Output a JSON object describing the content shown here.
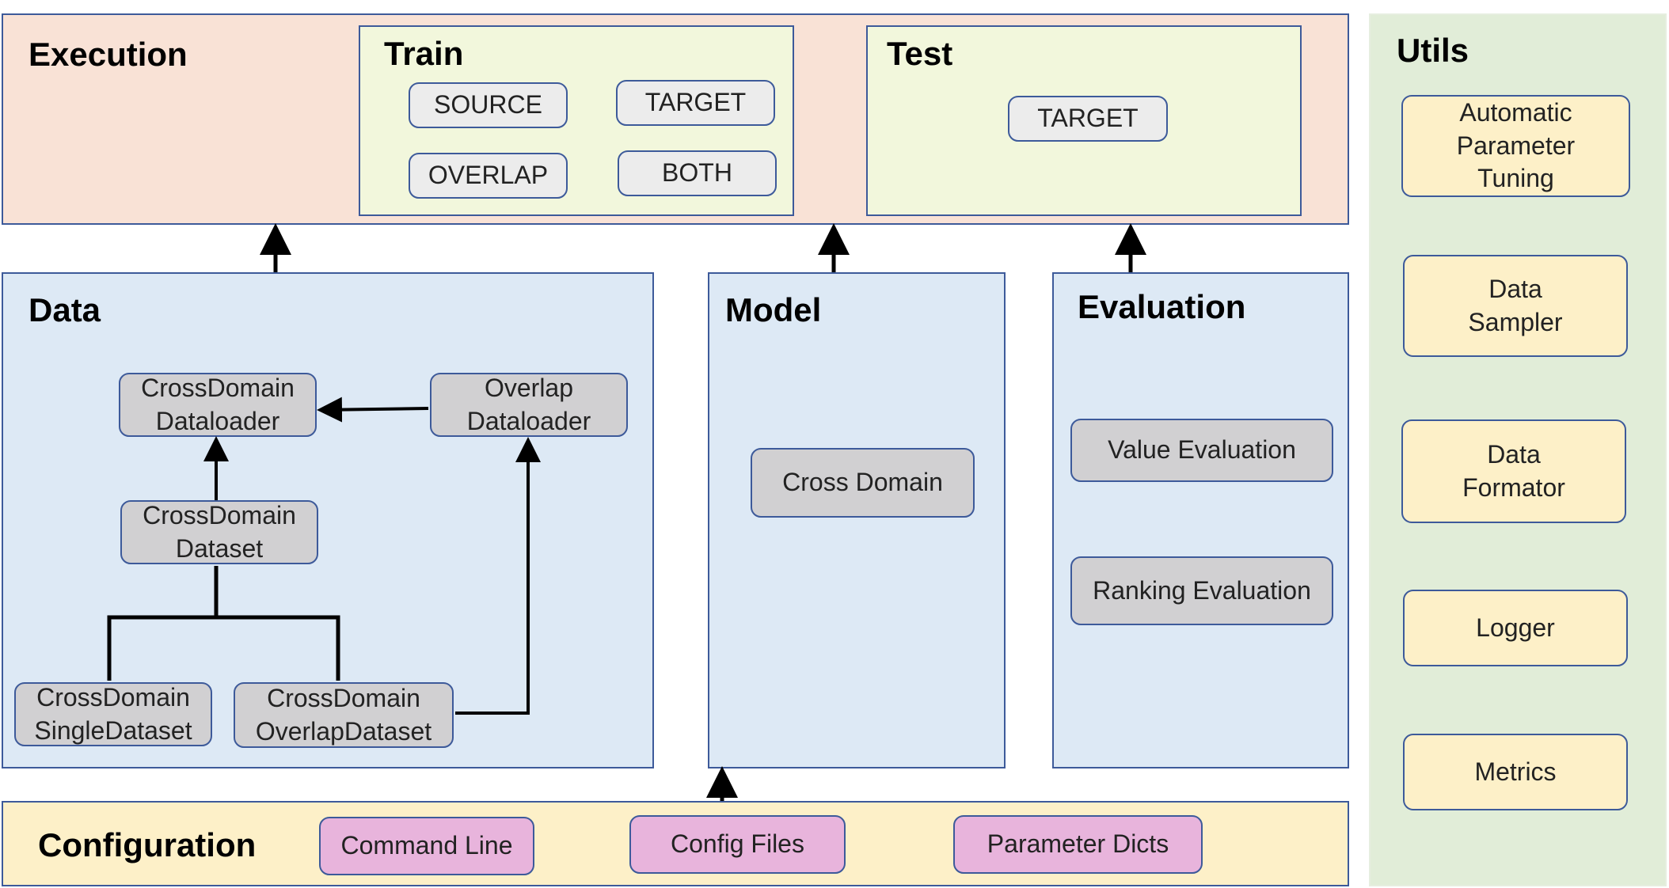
{
  "execution": {
    "title": "Execution",
    "train": {
      "title": "Train",
      "items": [
        "SOURCE",
        "TARGET",
        "OVERLAP",
        "BOTH"
      ]
    },
    "test": {
      "title": "Test",
      "items": [
        "TARGET"
      ]
    }
  },
  "data": {
    "title": "Data",
    "crossdomain_dataloader": "CrossDomain\nDataloader",
    "overlap_dataloader": "Overlap\nDataloader",
    "crossdomain_dataset": "CrossDomain\nDataset",
    "single_dataset": "CrossDomain\nSingleDataset",
    "overlap_dataset": "CrossDomain\nOverlapDataset"
  },
  "model": {
    "title": "Model",
    "items": [
      "Cross Domain"
    ]
  },
  "evaluation": {
    "title": "Evaluation",
    "items": [
      "Value Evaluation",
      "Ranking Evaluation"
    ]
  },
  "configuration": {
    "title": "Configuration",
    "items": [
      "Command Line",
      "Config Files",
      "Parameter Dicts"
    ]
  },
  "utils": {
    "title": "Utils",
    "items": [
      "Automatic\nParameter\nTuning",
      "Data\nSampler",
      "Data\nFormator",
      "Logger",
      "Metrics"
    ]
  },
  "colors": {
    "execution_bg": "#f9e2d6",
    "train_test_bg": "#f2f7dc",
    "section_bg": "#dde9f5",
    "configuration_bg": "#fdf0c8",
    "utils_bg": "#e1edd8",
    "border": "#3d5a9a"
  }
}
